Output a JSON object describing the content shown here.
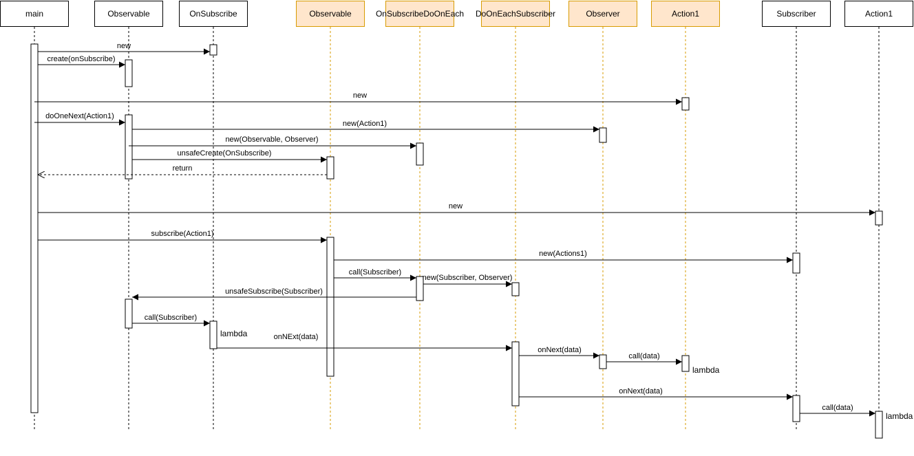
{
  "participants": [
    {
      "id": "main",
      "label": "main",
      "highlight": false
    },
    {
      "id": "observable1",
      "label": "Observable",
      "highlight": false
    },
    {
      "id": "onsubscribe",
      "label": "OnSubscribe",
      "highlight": false
    },
    {
      "id": "observable2",
      "label": "Observable",
      "highlight": true
    },
    {
      "id": "onsubscribedooneach",
      "label": "OnSubscribeDoOnEach",
      "highlight": true
    },
    {
      "id": "dooneachsubscriber",
      "label": "DoOnEachSubscriber",
      "highlight": true
    },
    {
      "id": "observer",
      "label": "Observer",
      "highlight": true
    },
    {
      "id": "action1a",
      "label": "Action1",
      "highlight": true
    },
    {
      "id": "subscriber",
      "label": "Subscriber",
      "highlight": false
    },
    {
      "id": "action1b",
      "label": "Action1",
      "highlight": false
    }
  ],
  "messages": [
    {
      "id": "m1",
      "label": "new",
      "dashed": false
    },
    {
      "id": "m2",
      "label": "create(onSubscribe)",
      "dashed": false
    },
    {
      "id": "m3",
      "label": "new",
      "dashed": false
    },
    {
      "id": "m4",
      "label": "doOneNext(Action1)",
      "dashed": false
    },
    {
      "id": "m5",
      "label": "new(Action1)",
      "dashed": false
    },
    {
      "id": "m6",
      "label": "new(Observable, Observer)",
      "dashed": false
    },
    {
      "id": "m7",
      "label": "unsafeCreate(OnSubscribe)",
      "dashed": false
    },
    {
      "id": "m8",
      "label": "return",
      "dashed": true
    },
    {
      "id": "m9",
      "label": "new",
      "dashed": false
    },
    {
      "id": "m10",
      "label": "subscribe(Action1)",
      "dashed": false
    },
    {
      "id": "m11",
      "label": "new(Actions1)",
      "dashed": false
    },
    {
      "id": "m12",
      "label": "call(Subscriber)",
      "dashed": false
    },
    {
      "id": "m13",
      "label": "new(Subscriber, Observer)",
      "dashed": false
    },
    {
      "id": "m14",
      "label": "unsafeSubscribe(Subscriber)",
      "dashed": false
    },
    {
      "id": "m15",
      "label": "call(Subscriber)",
      "dashed": false
    },
    {
      "id": "m16",
      "label": "onNExt(data)",
      "dashed": false
    },
    {
      "id": "m17",
      "label": "onNext(data)",
      "dashed": false
    },
    {
      "id": "m18",
      "label": "call(data)",
      "dashed": false
    },
    {
      "id": "m19",
      "label": "onNext(data)",
      "dashed": false
    },
    {
      "id": "m20",
      "label": "call(data)",
      "dashed": false
    }
  ],
  "notes": [
    {
      "id": "n1",
      "label": "lambda"
    },
    {
      "id": "n2",
      "label": "lambda"
    },
    {
      "id": "n3",
      "label": "lambda"
    }
  ],
  "colors": {
    "highlight_fill": "#ffe6cc",
    "highlight_stroke": "#d79b00",
    "line": "#000000"
  }
}
